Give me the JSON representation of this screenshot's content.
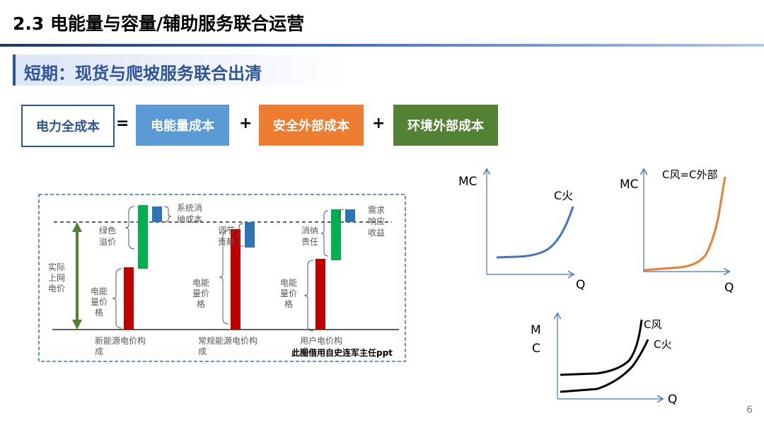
{
  "title": "2.3 电能量与容量/辅助服务联合运营",
  "section_heading": "短期：现货与爬坡服务联合出清",
  "equation": {
    "total_label": "电力全成本",
    "equals": "=",
    "plus": "+",
    "terms": [
      "电能量成本",
      "安全外部成本",
      "环境外部成本"
    ],
    "colors": {
      "total_border": "#2f5597",
      "energy": "#5b9bd5",
      "safety": "#ed7d31",
      "environment": "#548235"
    }
  },
  "price_diagram": {
    "axis_label": [
      "实际",
      "上网",
      "电价"
    ],
    "columns": [
      {
        "label": [
          "新能源电价构",
          "成"
        ],
        "energy_label": [
          "电能",
          "量价",
          "格"
        ],
        "green_label": [
          "绿色",
          "溢价"
        ],
        "blue_label": [
          "系统消",
          "纳成本"
        ]
      },
      {
        "label": [
          "常规能源电价构",
          "成"
        ],
        "energy_label": [
          "电能",
          "量价",
          "格"
        ],
        "blue_label": [
          "调节",
          "贡献"
        ]
      },
      {
        "label": [
          "用户电价构",
          "成"
        ],
        "energy_label": [
          "电能",
          "量价",
          "格"
        ],
        "green_label": [
          "消纳",
          "责任"
        ],
        "blue_label": [
          "需求",
          "响应",
          "收益"
        ]
      }
    ],
    "source_note": "此图借用自史连军主任ppt"
  },
  "curve_charts": [
    {
      "y_label": "MC",
      "x_label": "Q",
      "curve_label": "C火",
      "curve_color": "#4472c4"
    },
    {
      "y_label": "MC",
      "x_label": "Q",
      "curve_label": "C风=C外部",
      "curve_color": "#ed7d31"
    },
    {
      "y_label": [
        "M",
        "C"
      ],
      "x_label": "Q",
      "curve_labels": [
        "C风",
        "C火"
      ],
      "curve_color": "#000000"
    }
  ],
  "page_number": "6"
}
